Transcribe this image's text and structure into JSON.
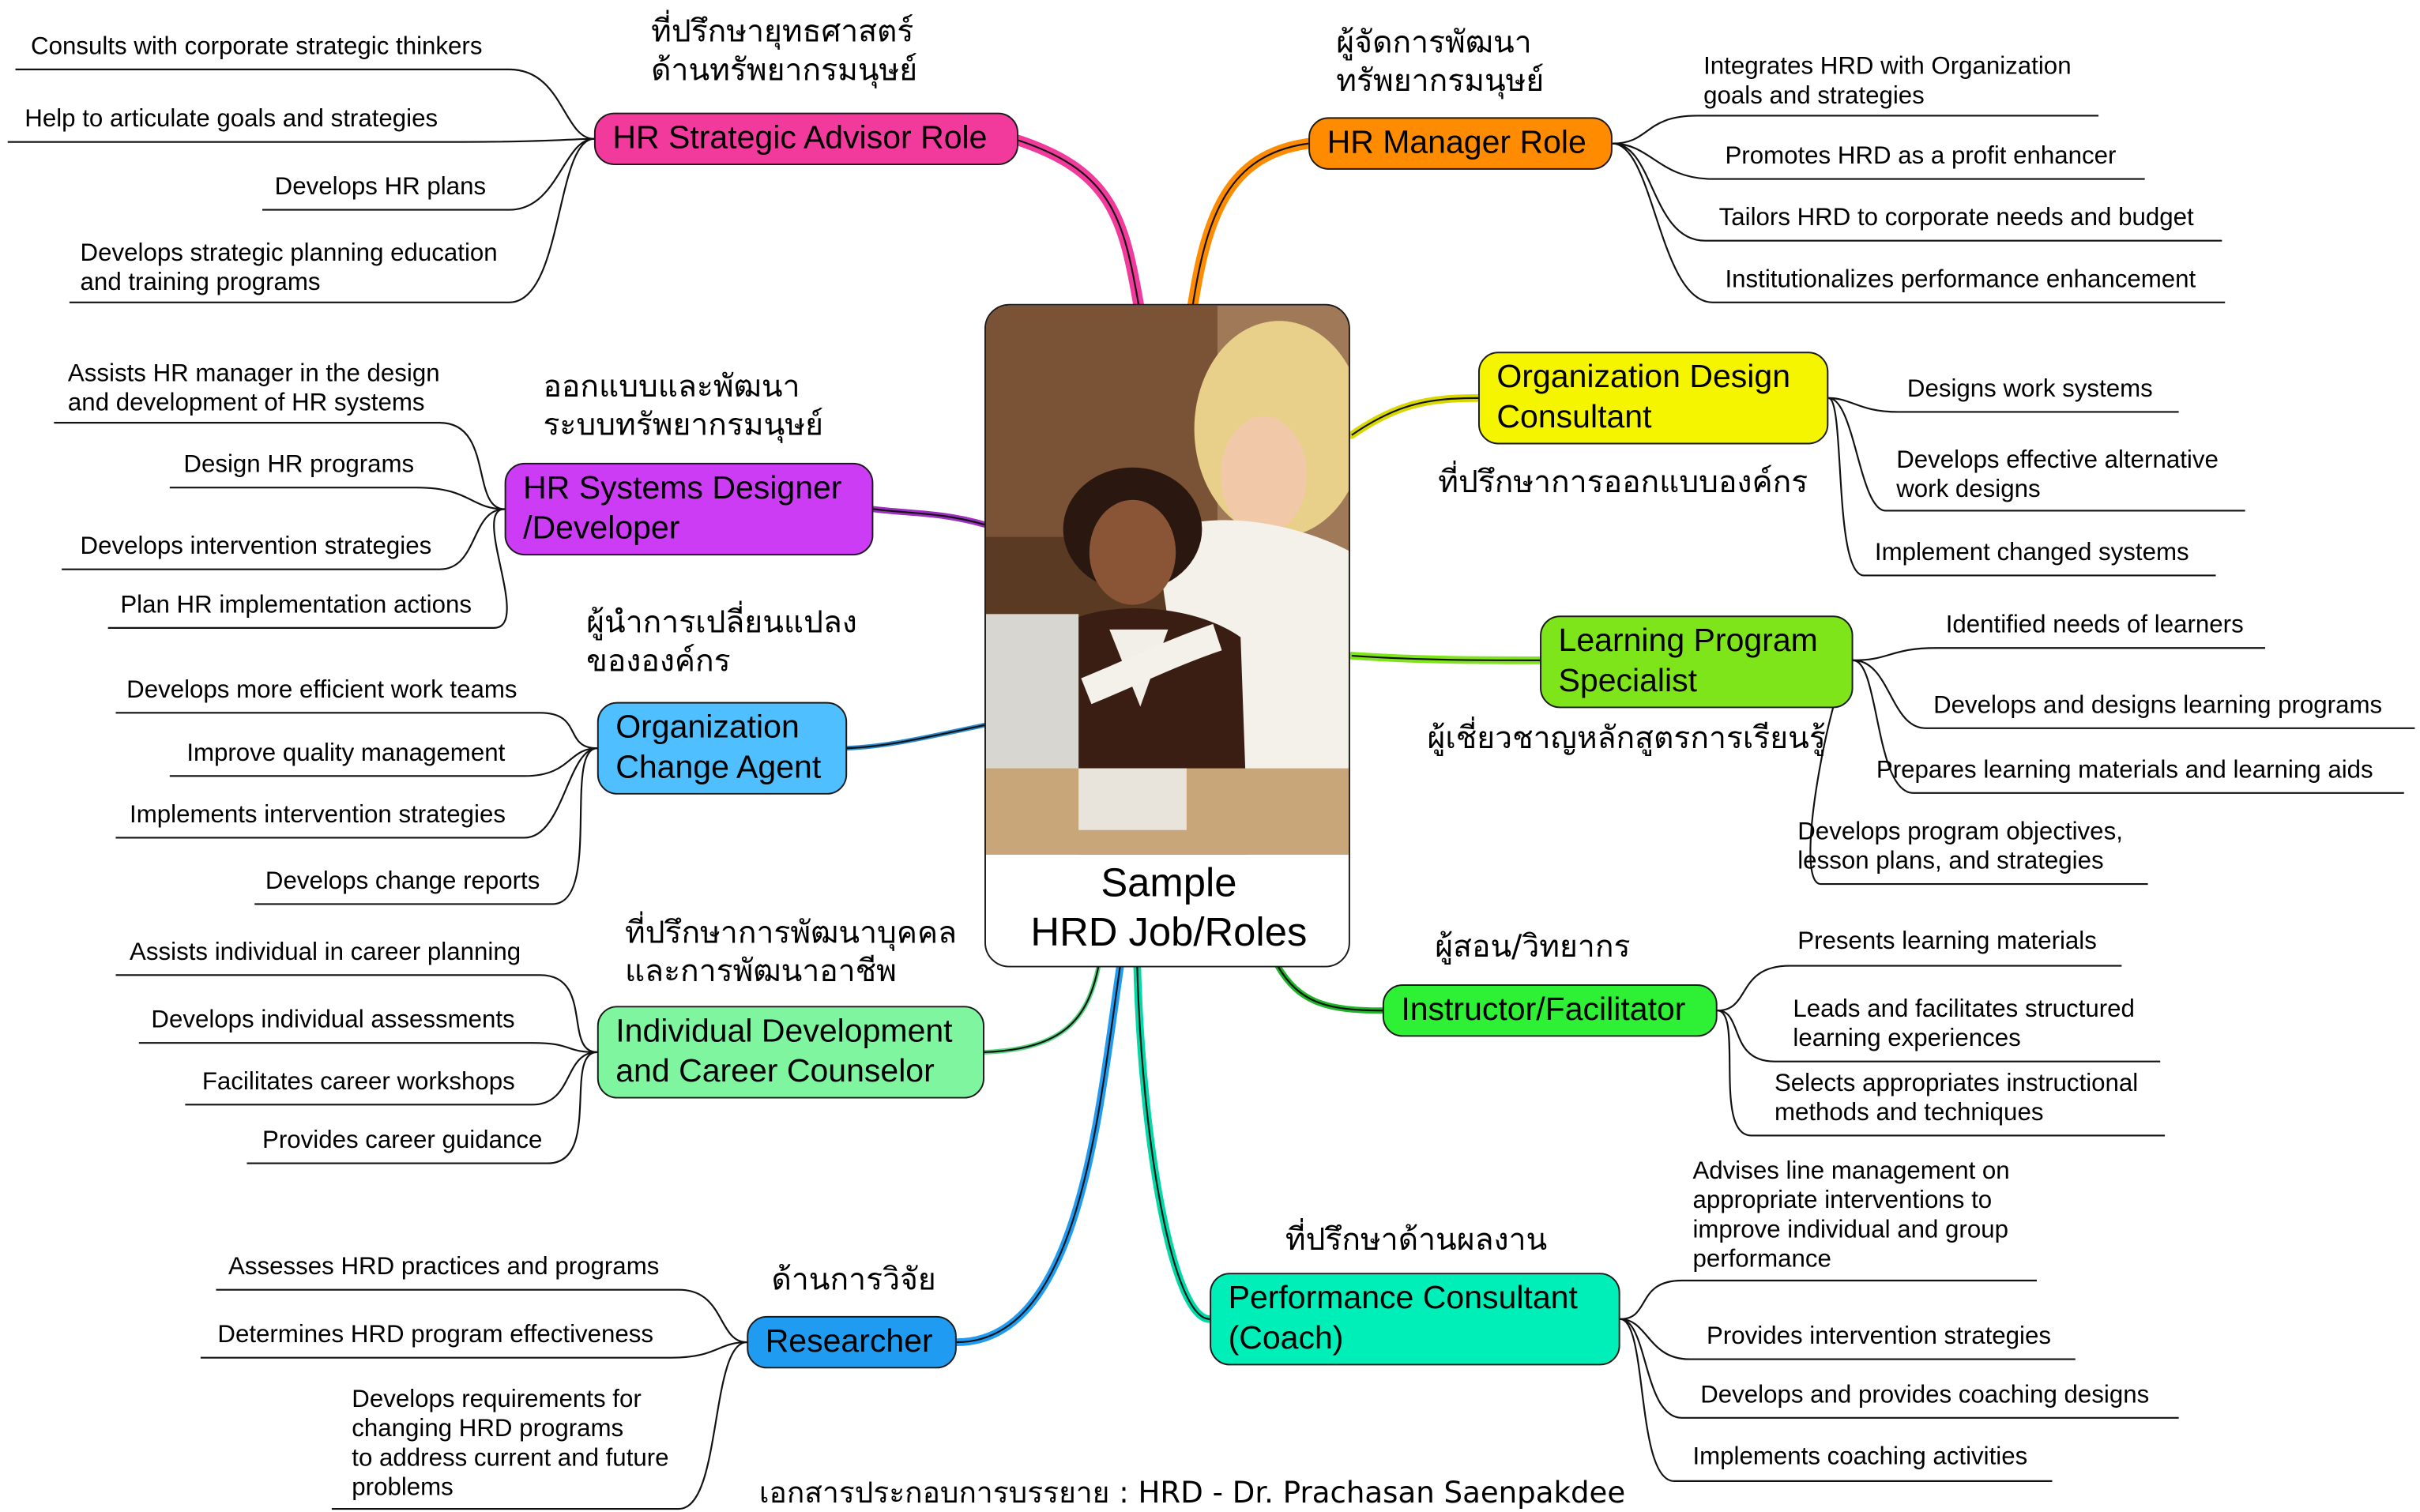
{
  "center": {
    "line1": "Sample",
    "line2": "HRD Job/Roles"
  },
  "footer": "เอกสารประกอบการบรรยาย : HRD - Dr. Prachasan Saenpakdee",
  "colors": {
    "strategic": "#f13a9b",
    "manager": "#ff8c00",
    "designer": "#cc3cf5",
    "orgdesign": "#f6f500",
    "learning": "#7ee51a",
    "change": "#4fbfff",
    "instructor": "#2ef035",
    "career": "#7ff5a0",
    "researcher": "#1f9cf2",
    "performance": "#00efb8"
  },
  "roles": {
    "strategic": {
      "label": "HR Strategic Advisor Role",
      "thai1": "ที่ปรึกษายุทธศาสตร์",
      "thai2": "ด้านทรัพยากรมนุษย์",
      "items": [
        "Consults with corporate strategic thinkers",
        "Help to articulate goals and strategies",
        "Develops HR plans",
        "Develops strategic planning education",
        "and training programs"
      ]
    },
    "manager": {
      "label": "HR Manager Role",
      "thai1": "ผู้จัดการพัฒนา",
      "thai2": "ทรัพยากรมนุษย์",
      "items": [
        "Integrates HRD with Organization",
        "goals and strategies",
        "Promotes HRD as a profit enhancer",
        "Tailors HRD to corporate needs and budget",
        "Institutionalizes performance enhancement"
      ]
    },
    "designer": {
      "label1": "HR Systems Designer",
      "label2": "/Developer",
      "thai1": "ออกแบบและพัฒนา",
      "thai2": "ระบบทรัพยากรมนุษย์",
      "items": [
        "Assists HR manager in the design",
        "and development of HR systems",
        "Design HR programs",
        "Develops intervention strategies",
        "Plan HR implementation actions"
      ]
    },
    "orgdesign": {
      "label1": "Organization Design",
      "label2": "Consultant",
      "thai": "ที่ปรึกษาการออกแบบองค์กร",
      "items": [
        "Designs work systems",
        "Develops effective alternative",
        "work designs",
        "Implement changed systems"
      ]
    },
    "learning": {
      "label1": "Learning Program",
      "label2": "Specialist",
      "thai": "ผู้เชี่ยวชาญหลักสูตรการเรียนรู้",
      "items": [
        "Identified needs of learners",
        "Develops and designs learning programs",
        "Prepares learning materials and learning aids",
        "Develops program objectives,",
        "lesson plans, and strategies"
      ]
    },
    "change": {
      "label1": "Organization",
      "label2": "Change Agent",
      "thai1": "ผู้นำการเปลี่ยนแปลง",
      "thai2": "ขององค์กร",
      "items": [
        "Develops more efficient work teams",
        "Improve quality management",
        "Implements intervention strategies",
        "Develops change reports"
      ]
    },
    "instructor": {
      "label": "Instructor/Facilitator",
      "thai": "ผู้สอน/วิทยากร",
      "items": [
        "Presents learning materials",
        "Leads and facilitates structured",
        "learning experiences",
        "Selects appropriates instructional",
        "methods and techniques"
      ]
    },
    "career": {
      "label1": "Individual Development",
      "label2": "and Career Counselor",
      "thai1": "ที่ปรึกษาการพัฒนาบุคคล",
      "thai2": "และการพัฒนาอาชีพ",
      "items": [
        "Assists individual in career planning",
        "Develops individual assessments",
        "Facilitates career workshops",
        "Provides career guidance"
      ]
    },
    "researcher": {
      "label": "Researcher",
      "thai": "ด้านการวิจัย",
      "items": [
        "Assesses HRD practices and programs",
        "Determines HRD program effectiveness",
        "Develops requirements for",
        "changing HRD programs",
        "to address current and future",
        "problems"
      ]
    },
    "performance": {
      "label1": "Performance Consultant",
      "label2": "(Coach)",
      "thai": "ที่ปรึกษาด้านผลงาน",
      "items": [
        "Advises line management on",
        "appropriate interventions to",
        "improve individual and group",
        "performance",
        "Provides intervention strategies",
        "Develops and provides coaching designs",
        "Implements coaching activities"
      ]
    }
  }
}
